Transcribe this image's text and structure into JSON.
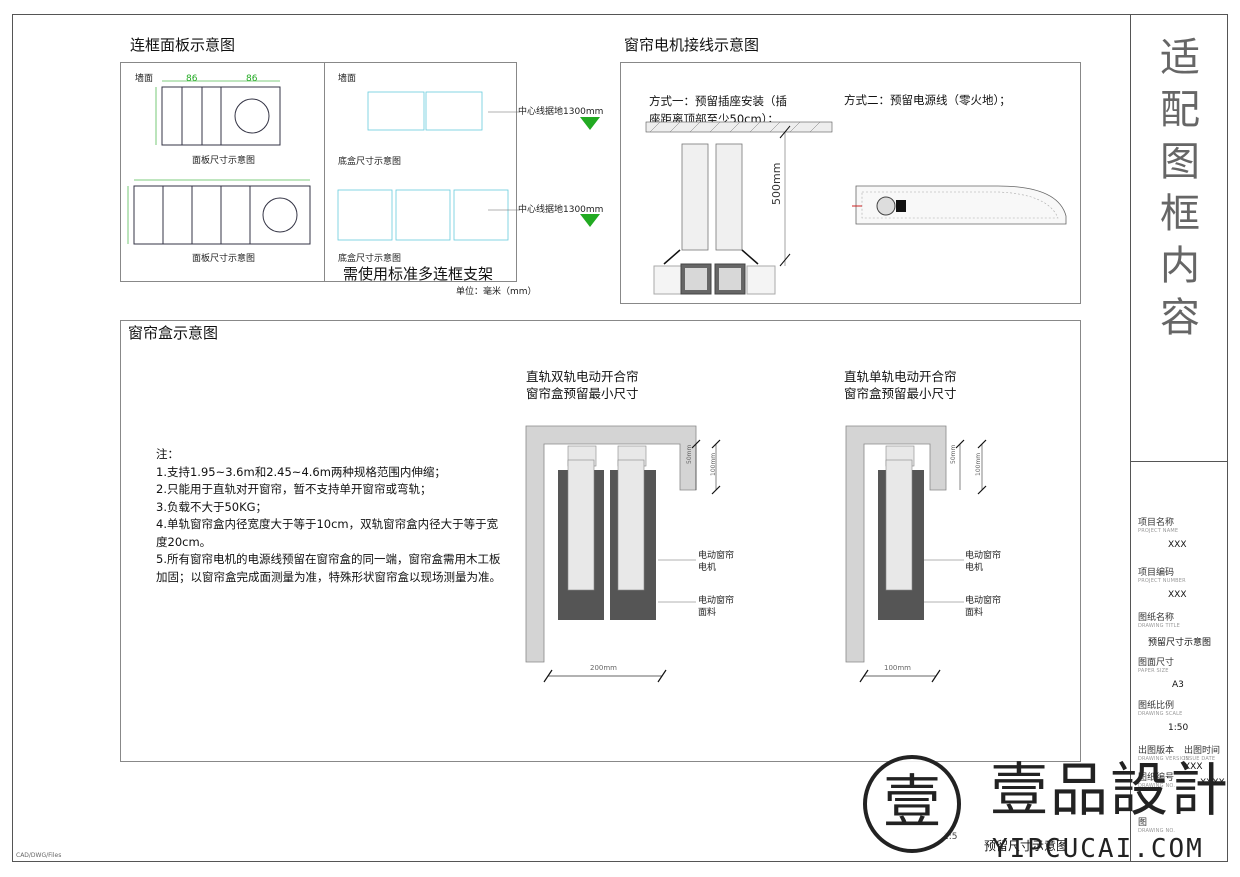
{
  "panel_frame": {
    "title": "连框面板示意图",
    "wall_label_left": "墙面",
    "wall_label_right": "墙面",
    "panel_caption_1": "面板尺寸示意图",
    "panel_caption_2": "面板尺寸示意图",
    "box_caption_1": "底盒尺寸示意图",
    "box_caption_2": "底盒尺寸示意图",
    "centerline_1": "中心线据地1300mm",
    "centerline_2": "中心线据地1300mm",
    "bracket_note": "需使用标准多连框支架",
    "unit": "单位：毫米（mm）",
    "dim_86": "86"
  },
  "motor_wiring": {
    "title": "窗帘电机接线示意图",
    "method1_line1": "方式一：预留插座安装（插",
    "method1_line2": "座距离顶部至少50cm）；",
    "method2": "方式二：预留电源线（零火地）；",
    "dim_500": "500mm"
  },
  "curtain_box": {
    "title": "窗帘盒示意图",
    "notes_heading": "注：",
    "notes": [
      "1.支持1.95~3.6m和2.45~4.6m两种规格范围内伸缩；",
      "2.只能用于直轨对开窗帘，暂不支持单开窗帘或弯轨；",
      "3.负载不大于50KG；",
      "4.单轨窗帘盒内径宽度大于等于10cm，双轨窗帘盒内径大于等于宽度20cm。",
      "5.所有窗帘电机的电源线预留在窗帘盒的同一端，窗帘盒需用木工板加固；以窗帘盒完成面测量为准，特殊形状窗帘盒以现场测量为准。"
    ],
    "double_title_1": "直轨双轨电动开合帘",
    "double_title_2": "窗帘盒预留最小尺寸",
    "single_title_1": "直轨单轨电动开合帘",
    "single_title_2": "窗帘盒预留最小尺寸",
    "motor_label_1": "电动窗帘",
    "motor_label_2": "电机",
    "fabric_label_1": "电动窗帘",
    "fabric_label_2": "面料",
    "dim_double": "200mm",
    "dim_single": "100mm",
    "dim_small_a": "50mm",
    "dim_small_b": "100mm"
  },
  "title_block": {
    "vertical_text": [
      "适",
      "配",
      "图",
      "框",
      "内",
      "容"
    ],
    "fields": [
      {
        "label": "项目名称",
        "sub": "PROJECT NAME",
        "value": "XXX"
      },
      {
        "label": "项目编码",
        "sub": "PROJECT NUMBER",
        "value": "XXX"
      },
      {
        "label": "图纸名称",
        "sub": "DRAWING TITLE",
        "value": "预留尺寸示意图"
      },
      {
        "label": "图面尺寸",
        "sub": "PAPER SIZE",
        "value": "A3"
      },
      {
        "label": "图纸比例",
        "sub": "DRAWING SCALE",
        "value": "1:50"
      }
    ],
    "version_label": "出图版本",
    "version_sub": "DRAWING VERSION",
    "date_label": "出图时间",
    "date_sub": "ISSUE DATE",
    "date_value": "XXX",
    "number_label": "图纸编号",
    "number_sub": "DRAWING NO.",
    "number_value": "XXXX",
    "sheet_label": "图",
    "sheet_sub": "DRAWING NO."
  },
  "footer": {
    "tiny_left": "CAD/DWG/Files",
    "bottom_title": "预留尺寸示意图",
    "page_num": "1:5"
  },
  "watermark": {
    "seal_char": "壹",
    "brand": "壹品設計",
    "url": "YIPCUCAI.COM"
  },
  "colors": {
    "green": "#22aa22",
    "cad_green": "#55bb55",
    "cyan": "#66ccdd",
    "gray_box": "#d0d0d0",
    "dark_fabric": "#555555"
  }
}
